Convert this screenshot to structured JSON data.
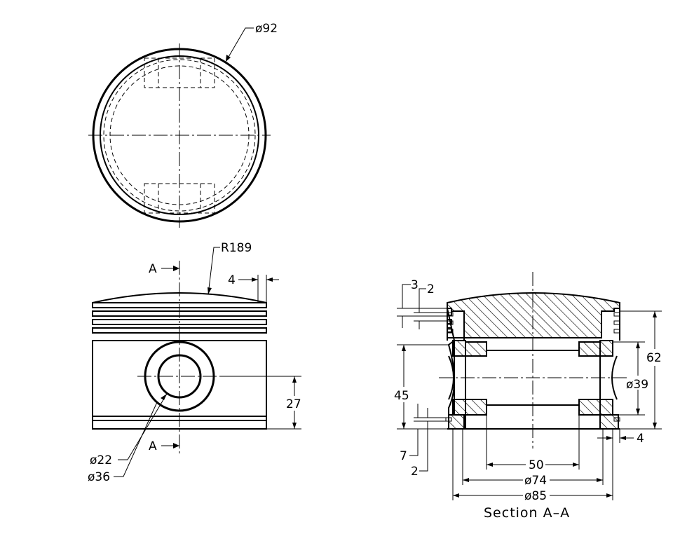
{
  "dimensions": {
    "top_diameter": "ø92",
    "crown_radius": "R189",
    "ring_land": "4",
    "pin_height": "27",
    "pin_bore": "ø22",
    "boss_diameter": "ø36",
    "section_mark": "A",
    "groove_width": "3",
    "land_width": "2",
    "height_skirt": "45",
    "height_total": "62",
    "pin_inner": "ø39",
    "bottom_gap": "7",
    "bottom_land": "2",
    "wall": "4",
    "boss_span": "50",
    "inner_diameter": "ø74",
    "outer_diameter": "ø85"
  },
  "caption": "Section A–A"
}
